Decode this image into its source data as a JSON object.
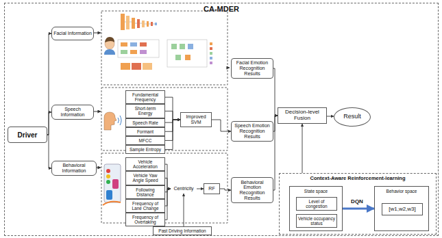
{
  "diagram": {
    "nodes": [
      {
        "text": [
          "CA-MDER"
        ]
      },
      {
        "text": [
          "Driver"
        ],
        "in": 0
      },
      {
        "text": [
          "Facial Information"
        ],
        "in": 0
      },
      {
        "text": [
          "Speech Information"
        ],
        "in": 0
      },
      {
        "text": [
          "Behavioral Information"
        ],
        "in": 0
      },
      {
        "text": [
          "Fundamental Frequency"
        ],
        "in": 0
      },
      {
        "text": [
          "Short-term Energy"
        ],
        "in": 0
      },
      {
        "text": [
          "Speech Rate"
        ],
        "in": 0
      },
      {
        "text": [
          "Formant"
        ],
        "in": 0
      },
      {
        "text": [
          "MFCC"
        ],
        "in": 0
      },
      {
        "text": [
          "Sample Entropy"
        ],
        "in": 0
      },
      {
        "text": [
          "Improved SVM"
        ],
        "in": 0
      },
      {
        "text": [
          "Vehicle Acceleration"
        ],
        "in": 0
      },
      {
        "text": [
          "Vehicle Yaw Angle Speed"
        ],
        "in": 0
      },
      {
        "text": [
          "Following Distance"
        ],
        "in": 0
      },
      {
        "text": [
          "Frequency of Lane Change"
        ],
        "in": 0
      },
      {
        "text": [
          "Frequency of Overtaking"
        ],
        "in": 0
      },
      {
        "text": [
          "Centricity"
        ],
        "in": 0
      },
      {
        "text": [
          "RF"
        ],
        "in": 0
      },
      {
        "text": [
          "Past Driving Information"
        ],
        "in": 0
      },
      {
        "text": [
          "Facial Emotion Recognition Results"
        ],
        "in": 0
      },
      {
        "text": [
          "Speech Emotion Recognition Results"
        ],
        "in": 0
      },
      {
        "text": [
          "Behavioral Emotion Recognition Results"
        ],
        "in": 0
      },
      {
        "text": [
          "Decision-level Fusion"
        ],
        "in": 0
      },
      {
        "text": [
          "Result"
        ],
        "in": 0
      },
      {
        "text": [
          "Context-Aware Reinforcement-learning"
        ],
        "in": 0
      },
      {
        "text": [
          "State space"
        ],
        "in": 25
      },
      {
        "text": [
          "Level of congestion"
        ],
        "in": 26
      },
      {
        "text": [
          "Vehicle occupancy status"
        ],
        "in": 26
      },
      {
        "text": [
          "Behavior space"
        ],
        "in": 25
      },
      {
        "text": [
          "[w1,w2,w3]"
        ],
        "in": 29
      }
    ],
    "edges": [
      {
        "from": 1,
        "to": 2,
        "arrow": "to"
      },
      {
        "from": 1,
        "to": 3,
        "arrow": "to"
      },
      {
        "from": 1,
        "to": 4,
        "arrow": "to"
      },
      {
        "from": 5,
        "to": 11,
        "arrow": "to"
      },
      {
        "from": 6,
        "to": 11,
        "arrow": "to"
      },
      {
        "from": 7,
        "to": 11,
        "arrow": "to"
      },
      {
        "from": 8,
        "to": 11,
        "arrow": "to"
      },
      {
        "from": 9,
        "to": 11,
        "arrow": "to"
      },
      {
        "from": 10,
        "to": 11,
        "arrow": "to"
      },
      {
        "from": 11,
        "to": 21,
        "arrow": "to"
      },
      {
        "from": 12,
        "to": 17,
        "arrow": "to"
      },
      {
        "from": 13,
        "to": 17,
        "arrow": "to"
      },
      {
        "from": 14,
        "to": 17,
        "arrow": "to"
      },
      {
        "from": 15,
        "to": 17,
        "arrow": "to"
      },
      {
        "from": 16,
        "to": 17,
        "arrow": "to"
      },
      {
        "from": 17,
        "to": 18,
        "arrow": "to"
      },
      {
        "from": 19,
        "to": 17,
        "arrow": "to"
      },
      {
        "from": 18,
        "to": 22,
        "arrow": "to"
      },
      {
        "from": 20,
        "to": 23,
        "arrow": "to"
      },
      {
        "from": 21,
        "to": 23,
        "arrow": "to"
      },
      {
        "from": 22,
        "to": 23,
        "arrow": "to"
      },
      {
        "from": 23,
        "to": 24,
        "arrow": "to"
      },
      {
        "from": 25,
        "to": 23,
        "arrow": "to"
      },
      {
        "from": 26,
        "to": 29,
        "label": "DQN",
        "arrow": "to"
      }
    ]
  }
}
